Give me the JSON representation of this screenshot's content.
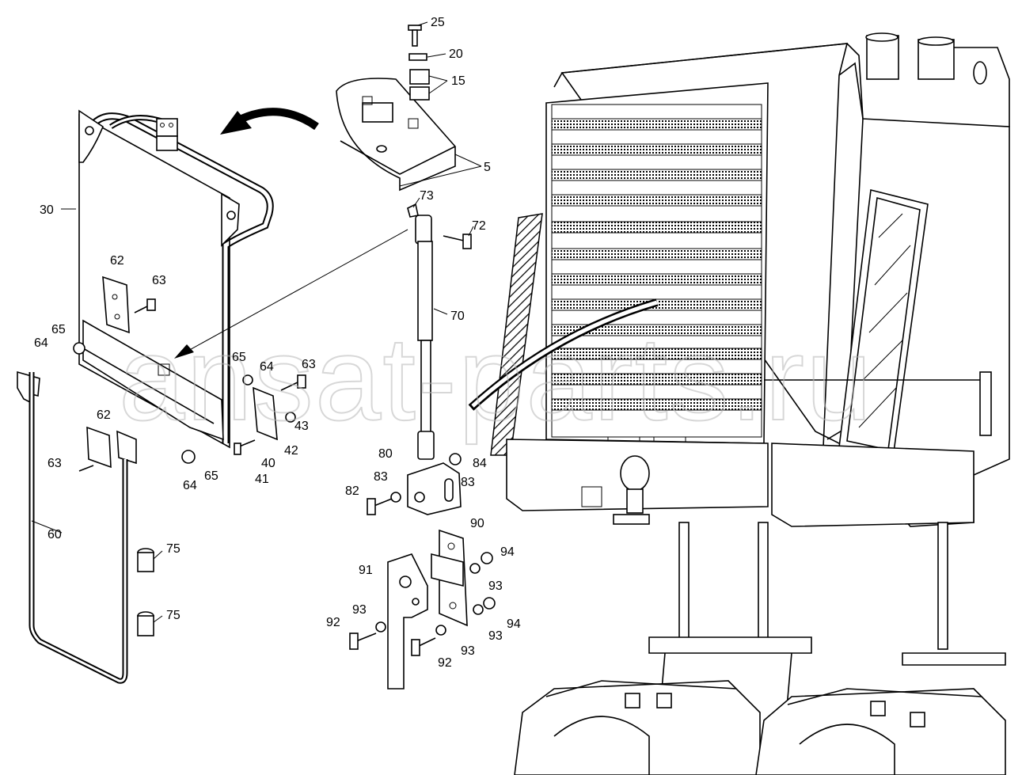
{
  "watermark": "ansat-parts.ru",
  "callouts": {
    "p5": "5",
    "p15": "15",
    "p20": "20",
    "p25": "25",
    "p30": "30",
    "p40": "40",
    "p41": "41",
    "p42": "42",
    "p43": "43",
    "p60": "60",
    "p62a": "62",
    "p62b": "62",
    "p63a": "63",
    "p63b": "63",
    "p63c": "63",
    "p64a": "64",
    "p64b": "64",
    "p64c": "64",
    "p65a": "65",
    "p65b": "65",
    "p65c": "65",
    "p70": "70",
    "p72": "72",
    "p73": "73",
    "p75a": "75",
    "p75b": "75",
    "p80": "80",
    "p82": "82",
    "p83a": "83",
    "p83b": "83",
    "p84": "84",
    "p90": "90",
    "p91": "91",
    "p92a": "92",
    "p92b": "92",
    "p93a": "93",
    "p93b": "93",
    "p93c": "93",
    "p93d": "93",
    "p94a": "94",
    "p94b": "94"
  }
}
